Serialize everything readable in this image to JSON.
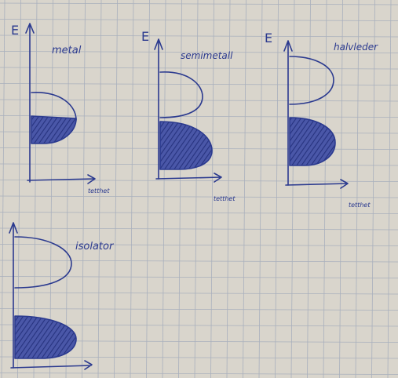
{
  "colors": {
    "paper": "#d9d5cc",
    "grid": "#a9b0bd",
    "ink": "#2b3a8f",
    "hatch": "#3d4a9e"
  },
  "diagrams": [
    {
      "axis_label": "E",
      "title": "metal",
      "x_label": "tetthet"
    },
    {
      "axis_label": "E",
      "title": "semimetall",
      "x_label": "tetthet"
    },
    {
      "axis_label": "E",
      "title": "halvleder",
      "x_label": "tetthet"
    },
    {
      "axis_label": "",
      "title": "isolator",
      "x_label": ""
    }
  ]
}
